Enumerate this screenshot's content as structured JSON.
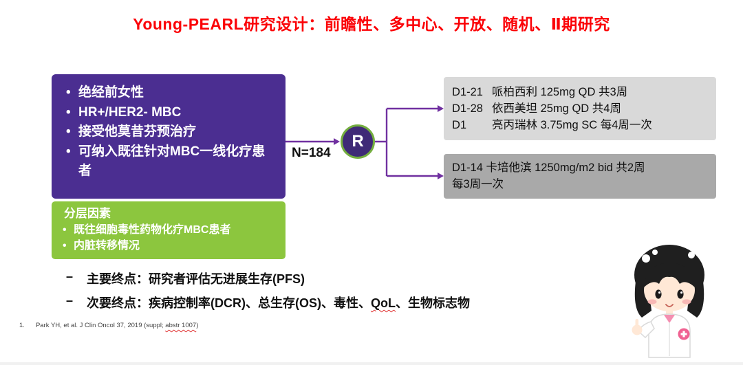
{
  "slide": {
    "title": "Young-PEARL研究设计：前瞻性、多中心、开放、随机、Ⅱ期研究"
  },
  "inclusion": {
    "items": [
      "绝经前女性",
      "HR+/HER2- MBC",
      "接受他莫昔芬预治疗",
      "可纳入既往针对MBC一线化疗患者"
    ]
  },
  "stratification": {
    "title": "分层因素",
    "items": [
      "既往细胞毒性药物化疗MBC患者",
      "内脏转移情况"
    ]
  },
  "randomization": {
    "n_label": "N=184",
    "r_label": "R"
  },
  "arm1": {
    "rows": [
      {
        "day": "D1-21",
        "text": "哌柏西利 125mg QD 共3周"
      },
      {
        "day": "D1-28",
        "text": "依西美坦 25mg QD 共4周"
      },
      {
        "day": "D1",
        "text": "亮丙瑞林 3.75mg SC 每4周一次"
      }
    ]
  },
  "arm2": {
    "lines": [
      "D1-14 卡培他滨 1250mg/m2 bid 共2周",
      "每3周一次"
    ]
  },
  "endpoints": {
    "primary": {
      "dash": "–",
      "label": "主要终点：研究者评估无进展生存(PFS)"
    },
    "secondary": {
      "dash": "–",
      "pre": "次要终点：疾病控制率(DCR)、总生存(OS)、毒性、",
      "wavy": "QoL",
      "post": "、生物标志物"
    }
  },
  "footnote": {
    "num": "1.",
    "pre": "Park YH, et al. J Clin Oncol 37, 2019 (suppl; ",
    "wavy": "abstr 1007",
    "post": ")"
  },
  "colors": {
    "title_red": "#FB0207",
    "box_purple": "#4B2E91",
    "box_green": "#8CC63E",
    "arm1_gray": "#D9D9D9",
    "arm2_gray": "#A9A9A9",
    "arrow_purple": "#7030A0",
    "r_fill": "#3F2A77",
    "r_ring": "#74AE3F"
  },
  "icons": {
    "mascot": "doctor-mascot"
  }
}
